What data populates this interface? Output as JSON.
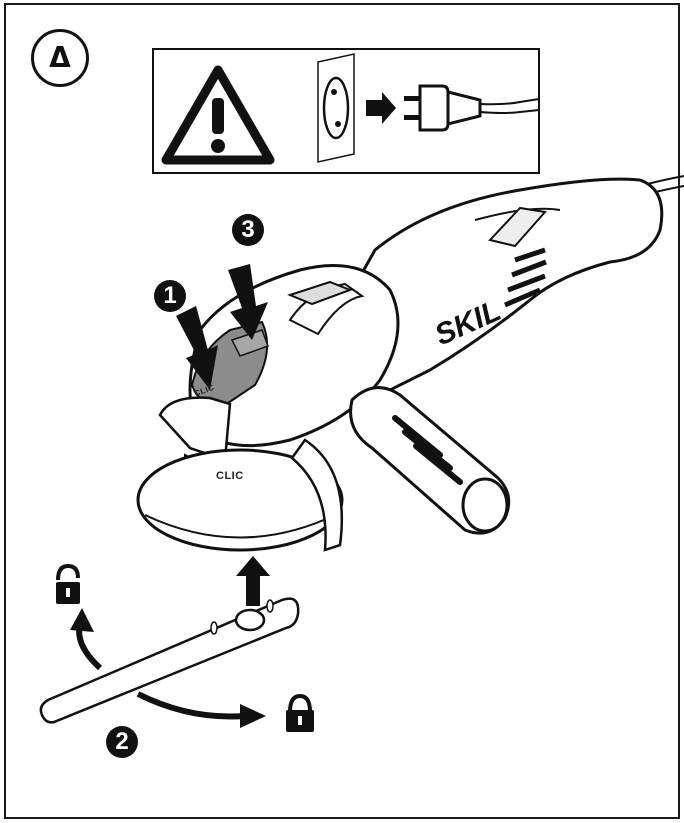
{
  "panel": {
    "number": "Δ"
  },
  "steps": {
    "one": "1",
    "two": "2",
    "three": "3"
  },
  "labels": {
    "clic_main": "CLIC",
    "clic_top": "CLIC"
  },
  "brand": {
    "name": "SKIL"
  },
  "icons": {
    "warning": "warning-triangle-icon",
    "socket": "wall-socket-icon",
    "plug": "power-plug-icon",
    "unlock": "padlock-open-icon",
    "lock": "padlock-closed-icon"
  },
  "colors": {
    "ink": "#111111",
    "paper": "#ffffff",
    "gray": "#8c8c8c"
  }
}
